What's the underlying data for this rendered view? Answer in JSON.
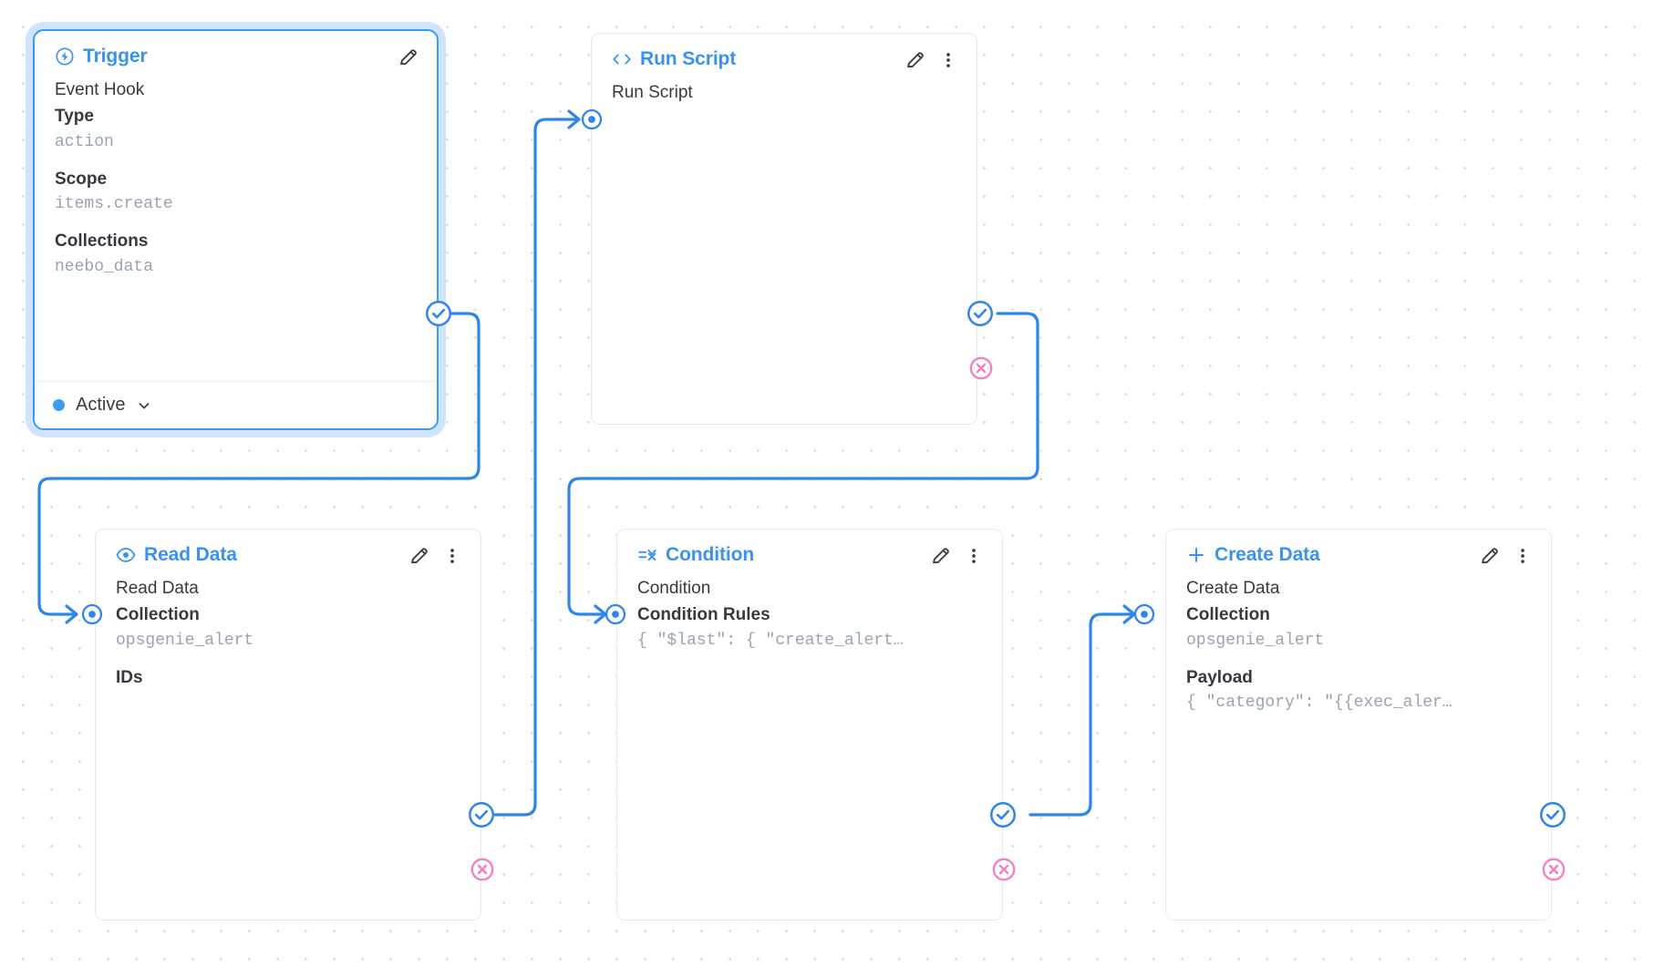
{
  "flow": {
    "accent": "#3a92f0",
    "success_handle_color": "#2f86e8",
    "error_handle_color": "#f57ec4",
    "mono_color": "#9aa3b2"
  },
  "nodes": [
    {
      "id": "trigger",
      "title": "Trigger",
      "icon": "bolt-circle-icon",
      "selected": true,
      "target_label": "",
      "fields": [
        {
          "label": "Event Hook",
          "bold": false,
          "value": null
        },
        {
          "label": "Type",
          "bold": true,
          "value": "action"
        },
        {
          "label": "Scope",
          "bold": true,
          "value": "items.create"
        },
        {
          "label": "Collections",
          "bold": true,
          "value": "neebo_data"
        }
      ],
      "status": "Active",
      "has_edit": true,
      "has_menu": false
    },
    {
      "id": "run-script",
      "title": "Run Script",
      "icon": "code-brackets-icon",
      "selected": false,
      "target_label": "Run Script",
      "fields": [],
      "has_edit": true,
      "has_menu": true
    },
    {
      "id": "read-data",
      "title": "Read Data",
      "icon": "eye-icon",
      "selected": false,
      "target_label": "Read Data",
      "fields": [
        {
          "label": "Collection",
          "bold": true,
          "value": "opsgenie_alert"
        },
        {
          "label": "IDs",
          "bold": true,
          "value": null
        }
      ],
      "has_edit": true,
      "has_menu": true
    },
    {
      "id": "condition",
      "title": "Condition",
      "icon": "condition-filter-icon",
      "selected": false,
      "target_label": "Condition",
      "fields": [
        {
          "label": "Condition Rules",
          "bold": true,
          "value": "{ \"$last\": { \"create_alert…"
        }
      ],
      "has_edit": true,
      "has_menu": true
    },
    {
      "id": "create-data",
      "title": "Create Data",
      "icon": "plus-icon",
      "selected": false,
      "target_label": "Create Data",
      "fields": [
        {
          "label": "Collection",
          "bold": true,
          "value": "opsgenie_alert"
        },
        {
          "label": "Payload",
          "bold": true,
          "value": "{ \"category\": \"{{exec_aler…"
        }
      ],
      "has_edit": true,
      "has_menu": true
    }
  ]
}
